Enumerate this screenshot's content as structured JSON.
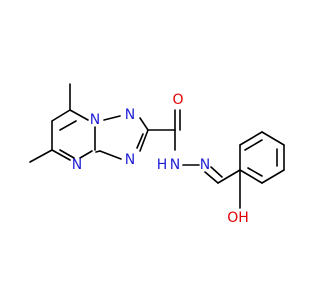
{
  "colors": {
    "background": "#ffffff",
    "bond": "#000000",
    "nitrogen": "#1f1fd6",
    "oxygen": "#e00000"
  },
  "atoms": {
    "n_ring_top": "N",
    "n_triazole_right": "N",
    "n_ring_bottom": "N",
    "n_triazole_bottom": "N",
    "carbonyl_o": "O",
    "nh": "N",
    "nh_h": "H",
    "n_imine": "N",
    "hydroxyl": "OH"
  }
}
